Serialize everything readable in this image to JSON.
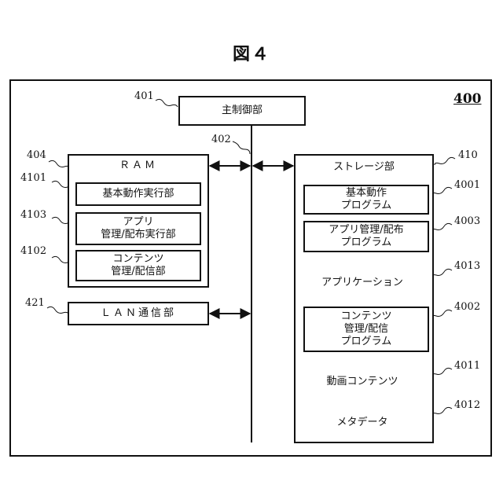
{
  "figure_title": "図４",
  "figure_number": "400",
  "main_control": {
    "label": "主制御部",
    "ref": "401"
  },
  "bus": {
    "ref": "402"
  },
  "ram": {
    "label": "ＲＡＭ",
    "ref": "404",
    "items": [
      {
        "label": "基本動作実行部",
        "ref": "4101"
      },
      {
        "label": "アプリ\n管理/配布実行部",
        "ref": "4103"
      },
      {
        "label": "コンテンツ\n管理/配信部",
        "ref": "4102"
      }
    ]
  },
  "lan": {
    "label": "ＬＡＮ通信部",
    "ref": "421"
  },
  "storage": {
    "label": "ストレージ部",
    "ref": "410",
    "items": [
      {
        "label": "基本動作\nプログラム",
        "ref": "4001"
      },
      {
        "label": "アプリ管理/配布\nプログラム",
        "ref": "4003"
      },
      {
        "label": "アプリケーション",
        "ref": "4013"
      },
      {
        "label": "コンテンツ\n管理/配信\nプログラム",
        "ref": "4002"
      },
      {
        "label": "動画コンテンツ",
        "ref": "4011"
      },
      {
        "label": "メタデータ",
        "ref": "4012"
      }
    ]
  }
}
